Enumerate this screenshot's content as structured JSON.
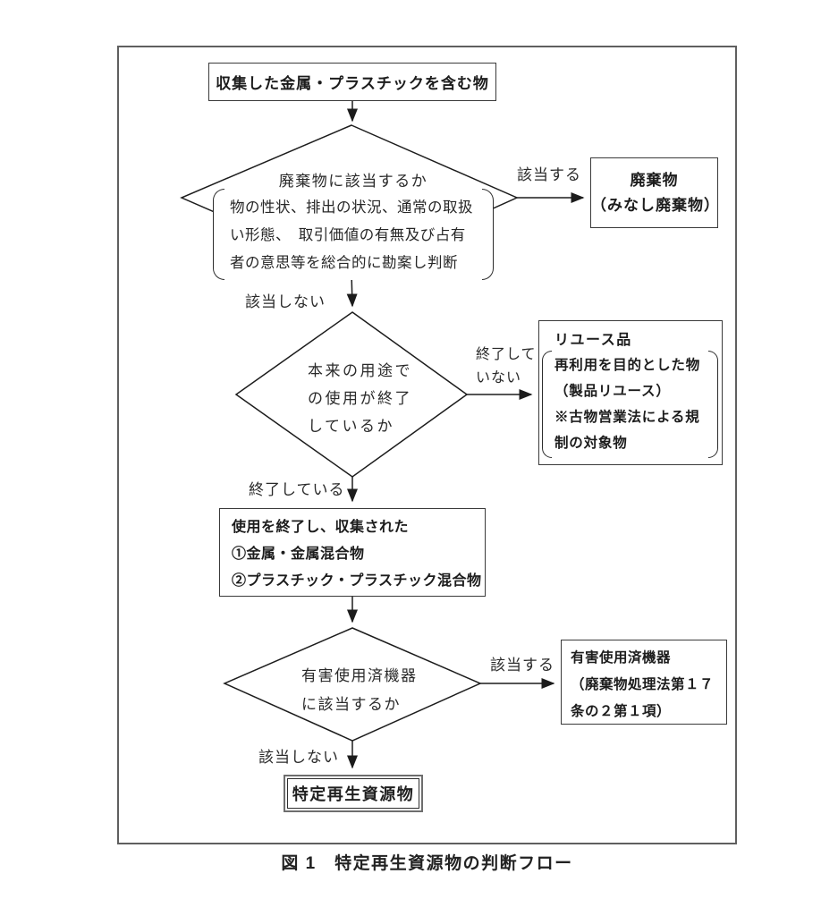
{
  "caption": "図 1　特定再生資源物の判断フロー",
  "nodes": {
    "start": {
      "label": "収集した金属・プラスチックを含む物"
    },
    "decision1": {
      "question": "廃棄物に該当するか",
      "note_lines": [
        "物の性状、排出の状況、通常の取扱",
        "い形態、　取引価値の有無及び占有",
        "者の意思等を総合的に勘案し判断"
      ]
    },
    "waste_box": {
      "title": "廃棄物",
      "subtitle": "（みなし廃棄物）"
    },
    "decision2": {
      "lines": [
        "本来の用途で",
        "の使用が終了",
        "しているか"
      ]
    },
    "reuse_box": {
      "title": "リユース品",
      "note_lines": [
        "再利用を目的とした物",
        "（製品リユース）",
        "※古物営業法による規",
        "制の対象物"
      ]
    },
    "collected_box": {
      "lines": [
        "使用を終了し、収集された",
        "①金属・金属混合物",
        "②プラスチック・プラスチック混合物"
      ]
    },
    "decision3": {
      "lines": [
        "有害使用済機器",
        "に該当するか"
      ]
    },
    "hazard_box": {
      "lines": [
        "有害使用済機器",
        "（廃棄物処理法第１７",
        "条の２第１項）"
      ]
    },
    "result_box": {
      "label": "特定再生資源物"
    }
  },
  "edge_labels": {
    "applies1": "該当する",
    "not_apply1": "該当しない",
    "not_finished": [
      "終了して",
      "いない"
    ],
    "finished": "終了している",
    "applies2": "該当する",
    "not_apply2": "該当しない"
  },
  "colors": {
    "line": "#1c1c1c",
    "frame": "#5f5f5f",
    "border": "#3a3a3a"
  }
}
